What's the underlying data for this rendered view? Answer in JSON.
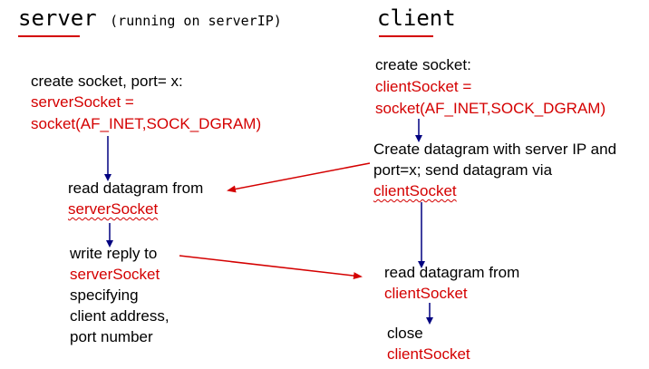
{
  "colors": {
    "red": "#d40000",
    "blue": "#000080",
    "text": "#000000",
    "background": "#ffffff"
  },
  "server": {
    "title": "server",
    "subtitle": "(running on serverIP)",
    "create_line": "create socket, port= x:",
    "socket_var": "serverSocket =",
    "socket_call": "socket(AF_INET,SOCK_DGRAM)",
    "read_line": "read datagram from",
    "read_socket": "serverSocket",
    "write_line": "write reply to",
    "write_socket": "serverSocket",
    "specifying": "specifying",
    "client_address": "client address,",
    "port_number": "port number"
  },
  "client": {
    "title": "client",
    "create_line": "create socket:",
    "socket_var": "clientSocket =",
    "socket_call": "socket(AF_INET,SOCK_DGRAM)",
    "datagram_line1": "Create datagram with server IP and",
    "datagram_line2": "port=x; send datagram via",
    "send_socket": "clientSocket",
    "read_line": "read datagram from",
    "read_socket": "clientSocket",
    "close_line": "close",
    "close_socket": "clientSocket"
  }
}
